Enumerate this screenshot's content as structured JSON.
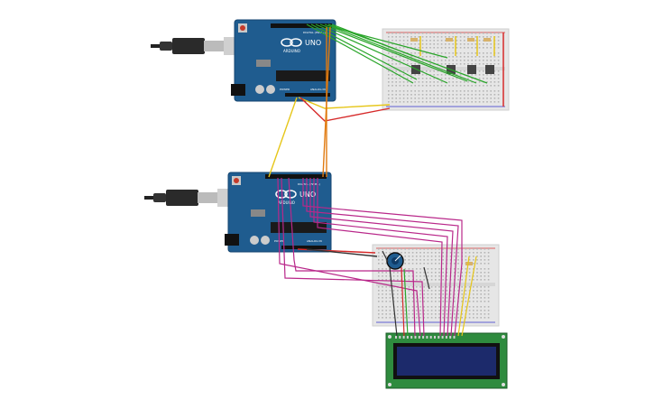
{
  "canvas": {
    "background": "#ffffff"
  },
  "arduino_top": {
    "brand_text": "UNO",
    "logo_text": "ARDUINO",
    "header_digital": "DIGITAL (PWM~)",
    "header_power": "POWER",
    "header_analog": "ANALOG IN",
    "color": "#1f5c8f"
  },
  "arduino_bottom": {
    "brand_text": "UNO",
    "logo_text": "ARDUINO",
    "header_digital": "DIGITAL (PWM~)",
    "header_power": "POWER",
    "header_analog": "ANALOG IN",
    "color": "#1f5c8f"
  },
  "breadboard_top": {
    "buttons": 4,
    "resistors": 4
  },
  "breadboard_bottom": {
    "potentiometer": "potentiometer-icon",
    "resistors": 1
  },
  "lcd": {
    "type": "16x2 LCD",
    "screen_color": "#1c2a6b",
    "pcb_color": "#2e8b3e"
  },
  "wire_colors": {
    "green": "#2aa52a",
    "yellow": "#e6c619",
    "red": "#d62a2a",
    "orange": "#e07a10",
    "magenta": "#b9288a",
    "black": "#333333"
  }
}
